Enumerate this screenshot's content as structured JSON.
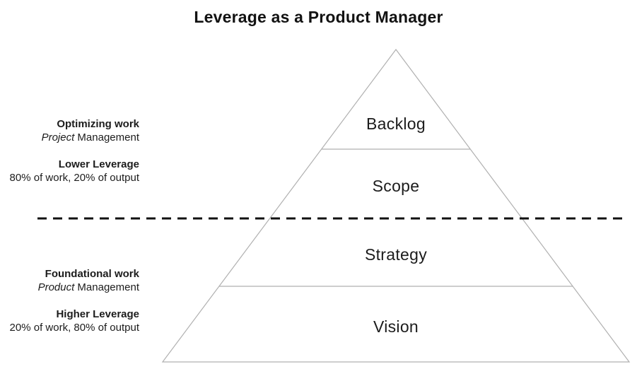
{
  "title": "Leverage as a Product Manager",
  "pyramid": {
    "tiers": [
      {
        "label": "Backlog"
      },
      {
        "label": "Scope"
      },
      {
        "label": "Strategy"
      },
      {
        "label": "Vision"
      }
    ]
  },
  "annotations": {
    "upper": {
      "work_type": "Optimizing work",
      "management_italic": "Project",
      "management_regular": " Management",
      "leverage": "Lower Leverage",
      "leverage_detail": "80% of work, 20% of output"
    },
    "lower": {
      "work_type": "Foundational work",
      "management_italic": "Product",
      "management_regular": " Management",
      "leverage": "Higher Leverage",
      "leverage_detail": "20% of work, 80% of output"
    }
  },
  "colors": {
    "pyramid_line": "#b0b0b0",
    "dashed_line": "#111111",
    "text": "#1a1a1a",
    "background": "#ffffff"
  }
}
